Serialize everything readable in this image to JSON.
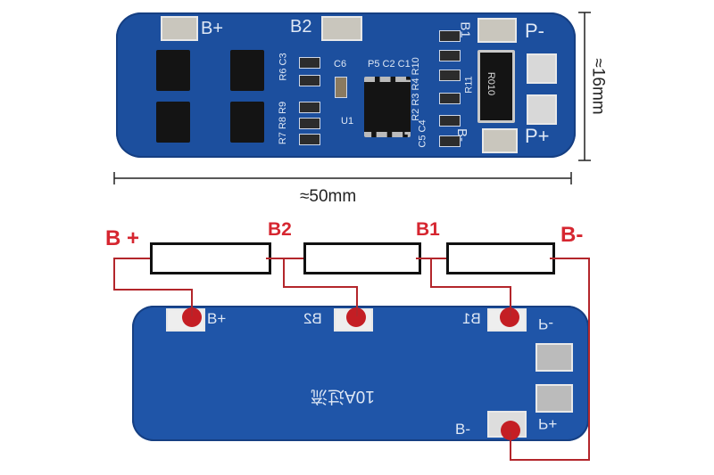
{
  "top_board": {
    "labels": {
      "bplus": "B+",
      "b2": "B2",
      "b1": "B1",
      "pminus": "P-",
      "pplus": "P+",
      "bminus": "B-",
      "u1": "U1",
      "c6": "C6",
      "r010": "R010",
      "r11": "R11",
      "refs_top": "P5 C2 C1",
      "refs_left1": "R6 C3",
      "refs_left2": "R7 R8 R9",
      "refs_right": "R2 R3 R4 R10",
      "refs_bottom": "C5 C4"
    }
  },
  "dimensions": {
    "height": "≈16mm",
    "width": "≈50mm"
  },
  "wiring": {
    "labels": {
      "bplus": "B +",
      "b2": "B2",
      "b1": "B1",
      "bminus": "B-"
    }
  },
  "bottom_board": {
    "labels": {
      "bplus": "B+",
      "b2": "B2",
      "b1": "B1",
      "pminus": "P-",
      "pplus": "P+",
      "bminus": "B-",
      "rating": "10A过流"
    }
  },
  "colors": {
    "board": "#1c4f9e",
    "wire": "#b3262b",
    "label": "#d62630"
  }
}
